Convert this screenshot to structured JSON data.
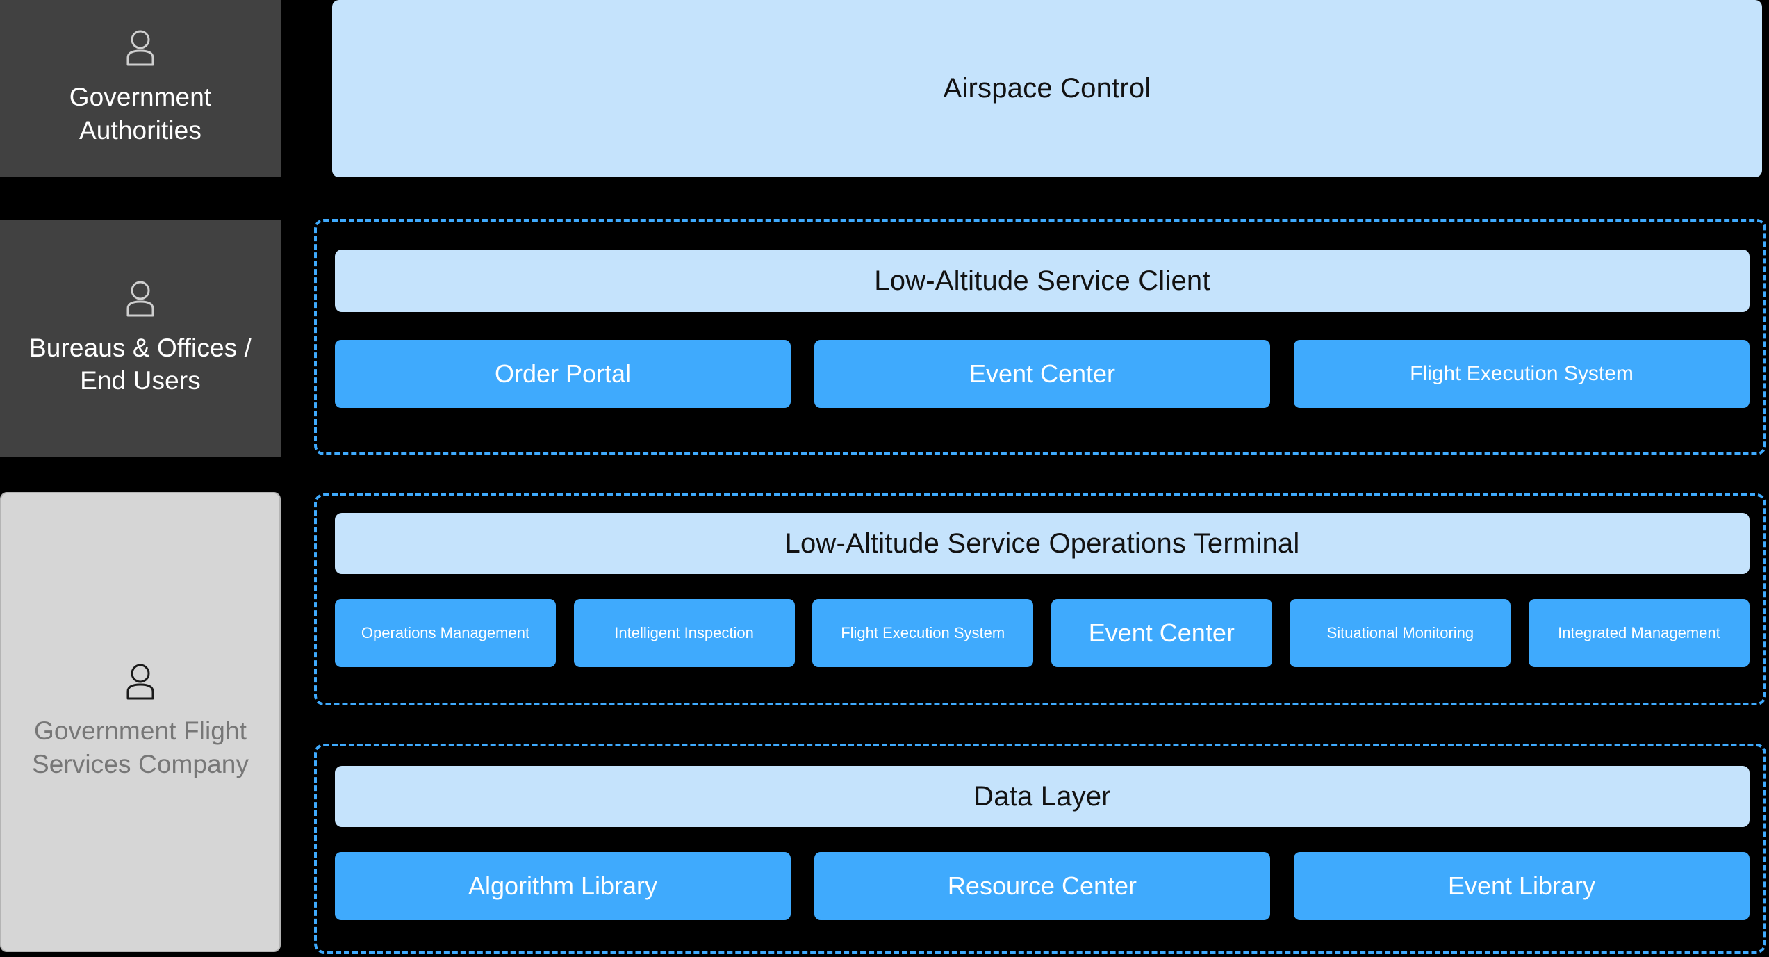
{
  "colors": {
    "background": "#000000",
    "accent_blue": "#3FAAFD",
    "light_blue": "#C5E3FC",
    "actor_dark": "#414141",
    "actor_light": "#D6D6D6",
    "actor_light_text": "#777777",
    "dashed_border": "#3FAAFD",
    "panel_text": "#121212",
    "chip_text": "#FFFFFF"
  },
  "actors": [
    {
      "id": "government-authorities",
      "label": "Government\nAuthorities",
      "icon": "person-icon",
      "style": "dark"
    },
    {
      "id": "bureaus-end-users",
      "label": "Bureaus & Offices /\nEnd Users",
      "icon": "person-icon",
      "style": "dark"
    },
    {
      "id": "government-flight-services-company",
      "label": "Government Flight\nServices Company",
      "icon": "person-icon",
      "style": "light"
    }
  ],
  "diagram": {
    "airspace": {
      "title": "Airspace Control"
    },
    "groups": [
      {
        "id": "low-altitude-service-client",
        "header": "Low-Altitude Service Client",
        "chips": [
          {
            "label": "Order Portal",
            "size": "lg"
          },
          {
            "label": "Event Center",
            "size": "lg"
          },
          {
            "label": "Flight Execution System",
            "size": "md"
          }
        ]
      },
      {
        "id": "low-altitude-service-operations-terminal",
        "header": "Low-Altitude Service Operations Terminal",
        "chips": [
          {
            "label": "Operations Management",
            "size": "sm"
          },
          {
            "label": "Intelligent Inspection",
            "size": "sm"
          },
          {
            "label": "Flight Execution System",
            "size": "sm"
          },
          {
            "label": "Event Center",
            "size": "lg"
          },
          {
            "label": "Situational Monitoring",
            "size": "sm"
          },
          {
            "label": "Integrated Management",
            "size": "sm"
          }
        ]
      },
      {
        "id": "data-layer",
        "header": "Data Layer",
        "chips": [
          {
            "label": "Algorithm Library",
            "size": "lg"
          },
          {
            "label": "Resource Center",
            "size": "lg"
          },
          {
            "label": "Event Library",
            "size": "lg"
          }
        ]
      }
    ]
  }
}
